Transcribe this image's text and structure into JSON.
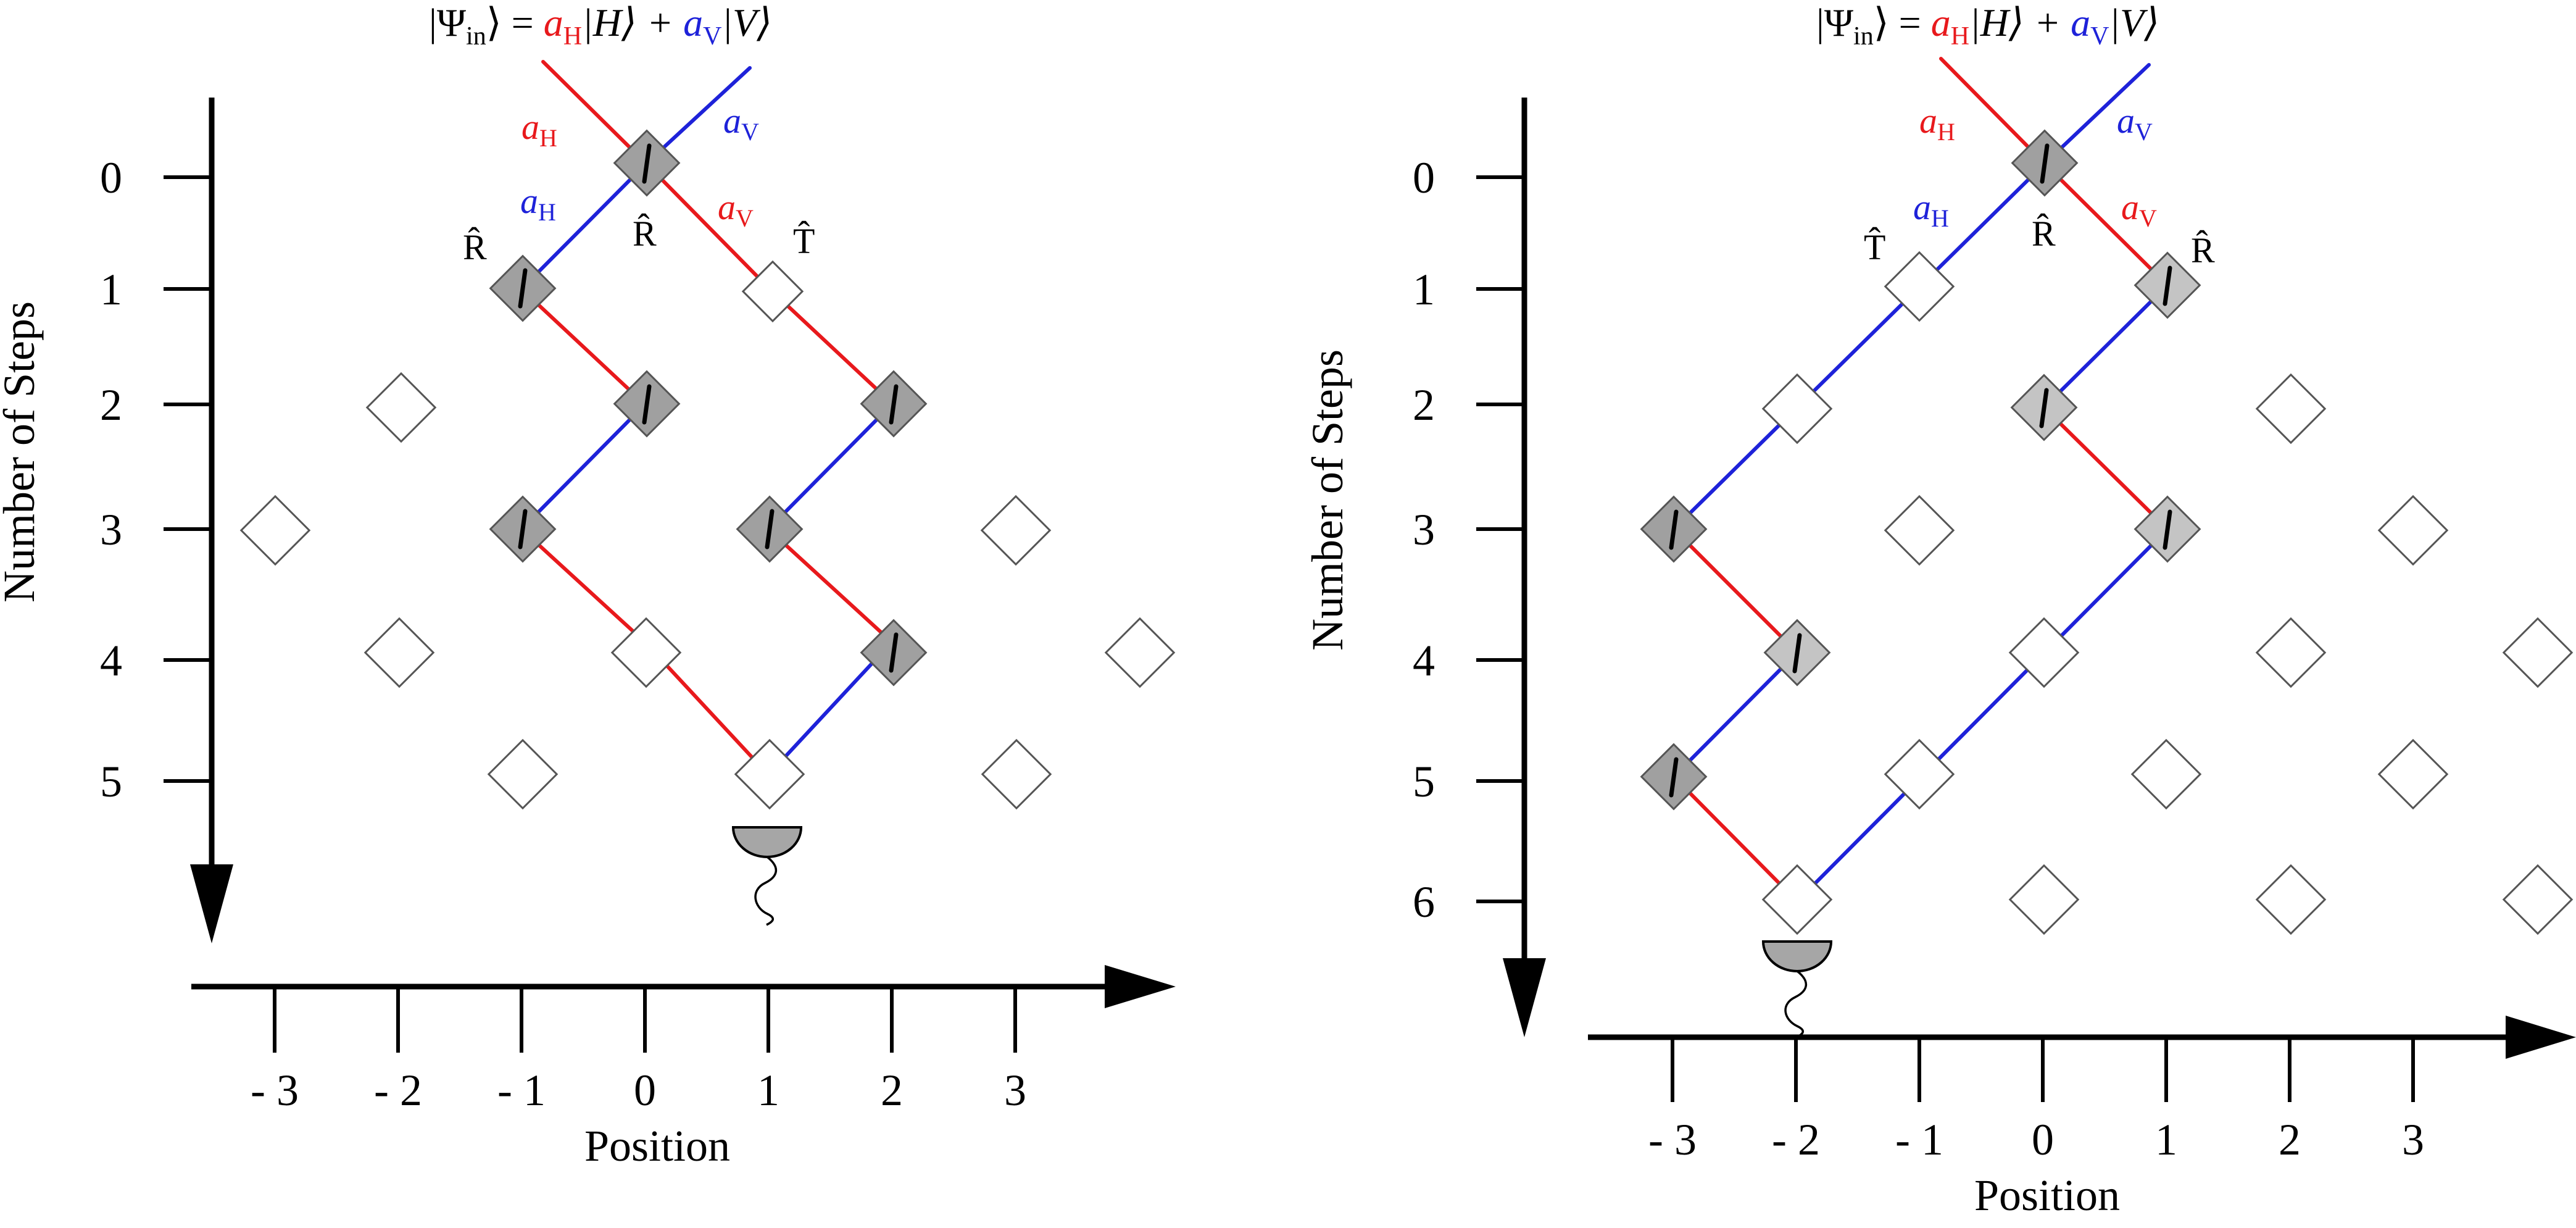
{
  "panels": [
    {
      "id": "left",
      "state_equation": {
        "lhs": "|Ψ",
        "lhs_sub": "in",
        "lhs_close": "⟩ = ",
        "aH": "a",
        "aH_sub": "H",
        "ket_H": "|H⟩ + ",
        "aV": "a",
        "aV_sub": "V",
        "ket_V": "|V⟩"
      },
      "y_axis_label": "Number of Steps",
      "x_axis_label": "Position",
      "step_ticks": [
        "0",
        "1",
        "2",
        "3",
        "4",
        "5"
      ],
      "position_ticks": [
        "- 3",
        "- 2",
        "- 1",
        "0",
        "1",
        "2",
        "3"
      ],
      "labels": [
        {
          "text": "a",
          "sub": "H",
          "color": "red"
        },
        {
          "text": "a",
          "sub": "V",
          "color": "blue"
        },
        {
          "text": "a",
          "sub": "H",
          "color": "blue"
        },
        {
          "text": "a",
          "sub": "V",
          "color": "red"
        }
      ],
      "operators": [
        {
          "text": "R̂"
        },
        {
          "text": "R̂"
        },
        {
          "text": "T̂"
        }
      ]
    },
    {
      "id": "right",
      "state_equation": {
        "lhs": "|Ψ",
        "lhs_sub": "in",
        "lhs_close": "⟩ = ",
        "aH": "a",
        "aH_sub": "H",
        "ket_H": "|H⟩ + ",
        "aV": "a",
        "aV_sub": "V",
        "ket_V": "|V⟩"
      },
      "y_axis_label": "Number of Steps",
      "x_axis_label": "Position",
      "step_ticks": [
        "0",
        "1",
        "2",
        "3",
        "4",
        "5",
        "6"
      ],
      "position_ticks": [
        "- 3",
        "- 2",
        "- 1",
        "0",
        "1",
        "2",
        "3"
      ],
      "labels": [
        {
          "text": "a",
          "sub": "H",
          "color": "red"
        },
        {
          "text": "a",
          "sub": "V",
          "color": "blue"
        },
        {
          "text": "a",
          "sub": "H",
          "color": "blue"
        },
        {
          "text": "a",
          "sub": "V",
          "color": "red"
        }
      ],
      "operators": [
        {
          "text": "T̂"
        },
        {
          "text": "R̂"
        },
        {
          "text": "R̂"
        }
      ]
    }
  ],
  "colors": {
    "horizontal_path": "#e8191c",
    "vertical_path": "#1e22d9",
    "active_node": "#a0a0a0",
    "active_node_light": "#c4c4c4"
  }
}
